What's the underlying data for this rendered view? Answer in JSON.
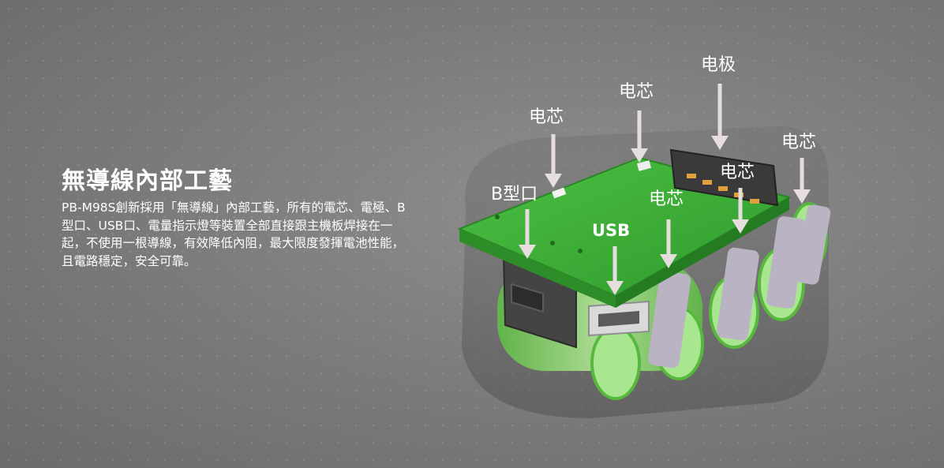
{
  "headline": "無導線內部工藝",
  "description": "PB-M98S創新採用「無導線」內部工藝，所有的電芯、電極、B型口、USB口、電量指示燈等裝置全部直接跟主機板焊接在一起，不使用一根導線，有效降低內阻，最大限度發揮電池性能，且電路穩定，安全可靠。",
  "labels": {
    "electrode": "电极",
    "cell_top": "电芯",
    "cell_left": "电芯",
    "cell_right": "电芯",
    "cell_mid_right": "电芯",
    "cell_mid": "电芯",
    "b_port": "B型口",
    "usb": "USB"
  },
  "colors": {
    "pcb": "#3fae3a",
    "arrow": "#e6dede",
    "cell_green": "#9fe07f",
    "tab": "#b8b2c2",
    "casing": "#5e5e5e"
  }
}
